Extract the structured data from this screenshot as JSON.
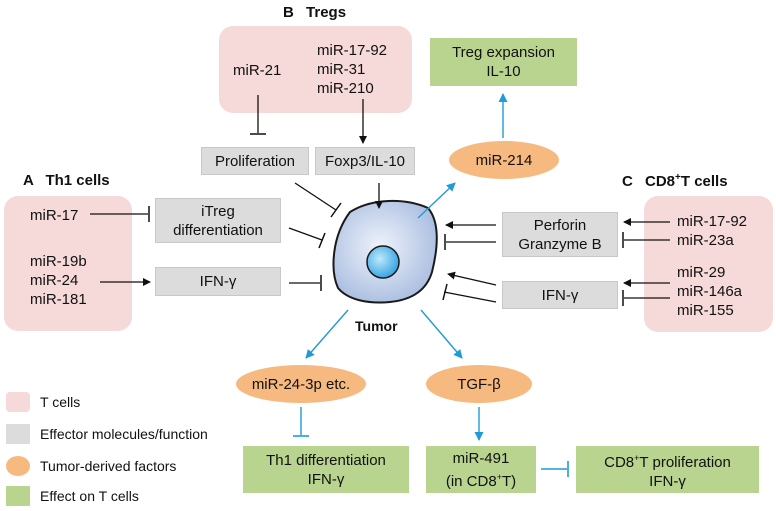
{
  "colors": {
    "t_cells": "#f6d9d9",
    "effector": "#dcdcdc",
    "tumor_factor": "#f6b97f",
    "effect": "#b9d48f",
    "arrow_blue": "#1f9bd7",
    "arrow_black": "#111111",
    "tumor_cell": "#c9d6ee"
  },
  "sections": {
    "b": {
      "letter": "B",
      "title": "Tregs"
    },
    "a": {
      "letter": "A",
      "title": "Th1 cells"
    },
    "c": {
      "letter": "C",
      "title_main": "CD8",
      "title_sup": "+",
      "title_rest": "T cells"
    }
  },
  "tregs": {
    "mir21": "miR-21",
    "mirs_right": "miR-17-92\nmiR-31\nmiR-210",
    "proliferation": "Proliferation",
    "foxp3": "Foxp3/IL-10"
  },
  "th1": {
    "mir17": "miR-17",
    "mirs_lower": "miR-19b\nmiR-24\nmiR-181",
    "itreg": "iTreg\ndifferentiation",
    "ifn": "IFN-γ"
  },
  "cd8": {
    "mirs_upper": "miR-17-92\nmiR-23a",
    "mirs_lower": "miR-29\nmiR-146a\nmiR-155",
    "perforin": "Perforin\nGranzyme B",
    "ifn": "IFN-γ"
  },
  "tumor": {
    "label": "Tumor"
  },
  "tumor_factors": {
    "mir214": "miR-214",
    "mir24": "miR-24-3p etc.",
    "tgfb": "TGF-β"
  },
  "effects": {
    "treg_expansion": "Treg expansion\nIL-10",
    "th1_diff": "Th1 differentiation\nIFN-γ",
    "mir491_main": "miR-491",
    "mir491_sub_pre": "(in CD8",
    "mir491_sup": "+",
    "mir491_sub_post": "T)",
    "cd8_prolif_pre": "CD8",
    "cd8_prolif_sup": "+",
    "cd8_prolif_post": "T proliferation",
    "cd8_ifn": "IFN-γ"
  },
  "legend": [
    {
      "label": "T cells",
      "icon": "pink-rounded-square"
    },
    {
      "label": "Effector molecules/function",
      "icon": "grey-square"
    },
    {
      "label": "Tumor-derived factors",
      "icon": "orange-ellipse"
    },
    {
      "label": "Effect on T cells",
      "icon": "green-square"
    }
  ]
}
